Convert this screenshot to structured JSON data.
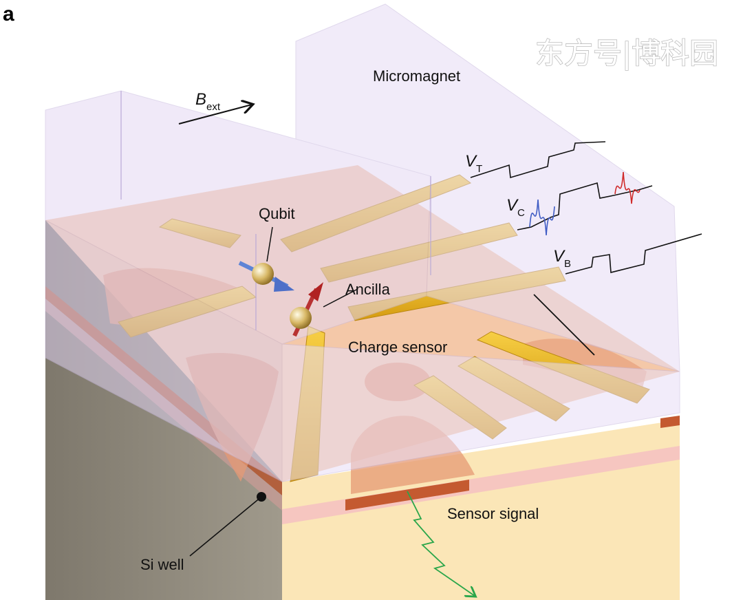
{
  "panel_label": "a",
  "watermark": "东方号|博科园",
  "labels": {
    "micromagnet": "Micromagnet",
    "bext_main": "B",
    "bext_sub": "ext",
    "qubit": "Qubit",
    "ancilla": "Ancilla",
    "charge_sensor": "Charge sensor",
    "sensor_signal": "Sensor signal",
    "si_well": "Si well",
    "vt_main": "V",
    "vt_sub": "T",
    "vc_main": "V",
    "vc_sub": "C",
    "vb_main": "V",
    "vb_sub": "B"
  },
  "colors": {
    "micromagnet": "#e7dcf5",
    "gate": "#e6b21c",
    "top_surface": "#f4c8a8",
    "substrate": "#fbe6b7",
    "side_grey": "#8c8577",
    "well_stripe": "#c45a30",
    "pulse_blue": "#3f5cc4",
    "pulse_red": "#d02a2a",
    "sensor_green": "#2aa64a"
  }
}
